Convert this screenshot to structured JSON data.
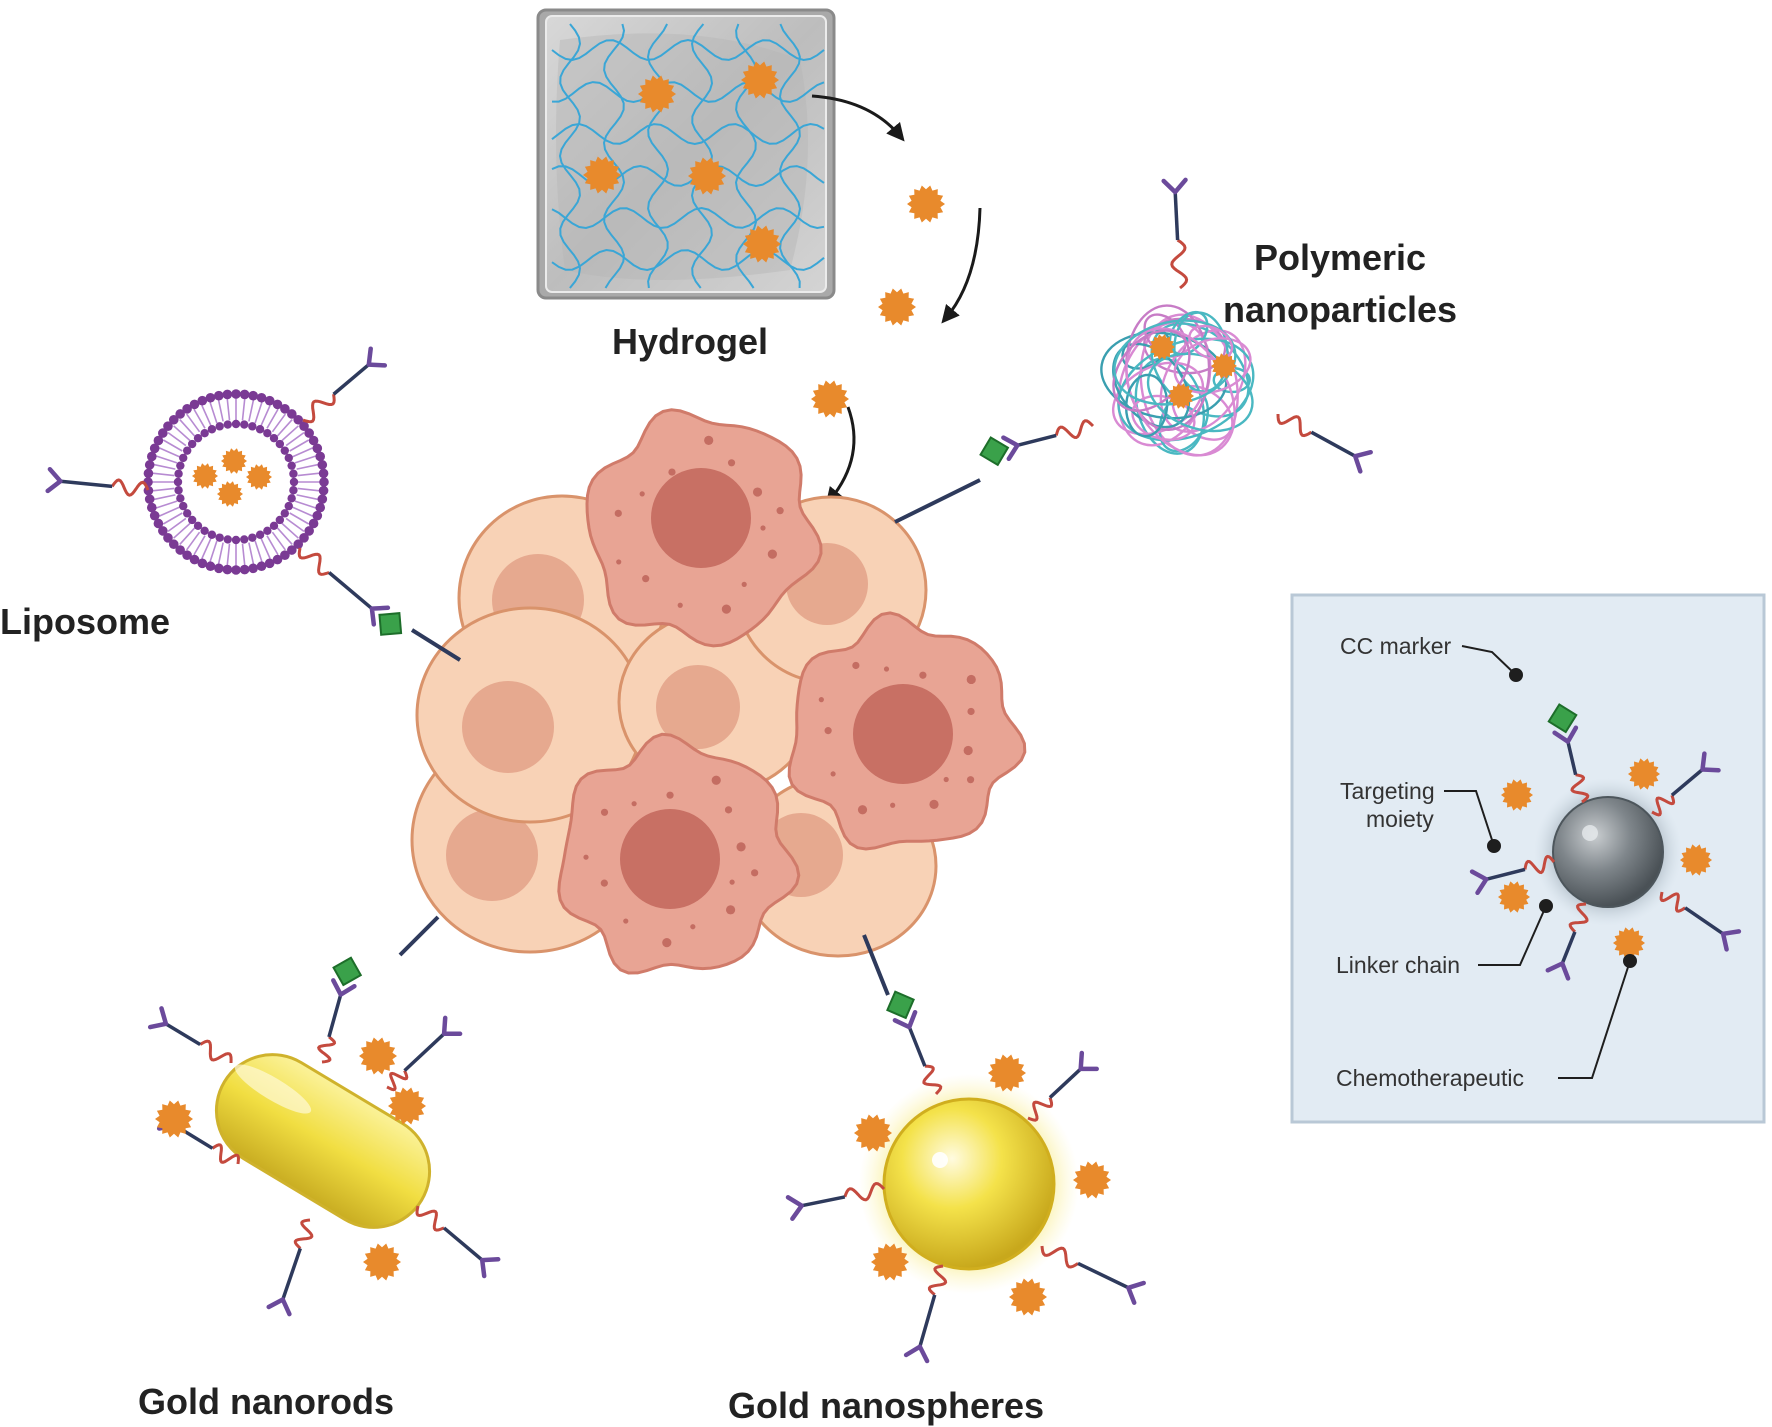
{
  "labels": {
    "hydrogel": "Hydrogel",
    "polymeric_line1": "Polymeric",
    "polymeric_line2": "nanoparticles",
    "liposome": "Liposome",
    "gold_nanorods": "Gold nanorods",
    "gold_nanospheres": "Gold nanospheres"
  },
  "inset": {
    "cc_marker": "CC marker",
    "targeting_line1": "Targeting",
    "targeting_line2": "moiety",
    "linker_chain": "Linker chain",
    "chemotherapeutic": "Chemotherapeutic"
  },
  "colors": {
    "drug": "#e88a2c",
    "antibody": "#6b4a9b",
    "linker": "#c44a3e",
    "marker": "#3aa14a",
    "healthy_cell": "#f8d2b6",
    "cancer_cell": "#e8a494",
    "gold": "#f1de42",
    "inset_bg": "#e2ebf3",
    "hydrogel_mesh": "#3aa6d6"
  }
}
